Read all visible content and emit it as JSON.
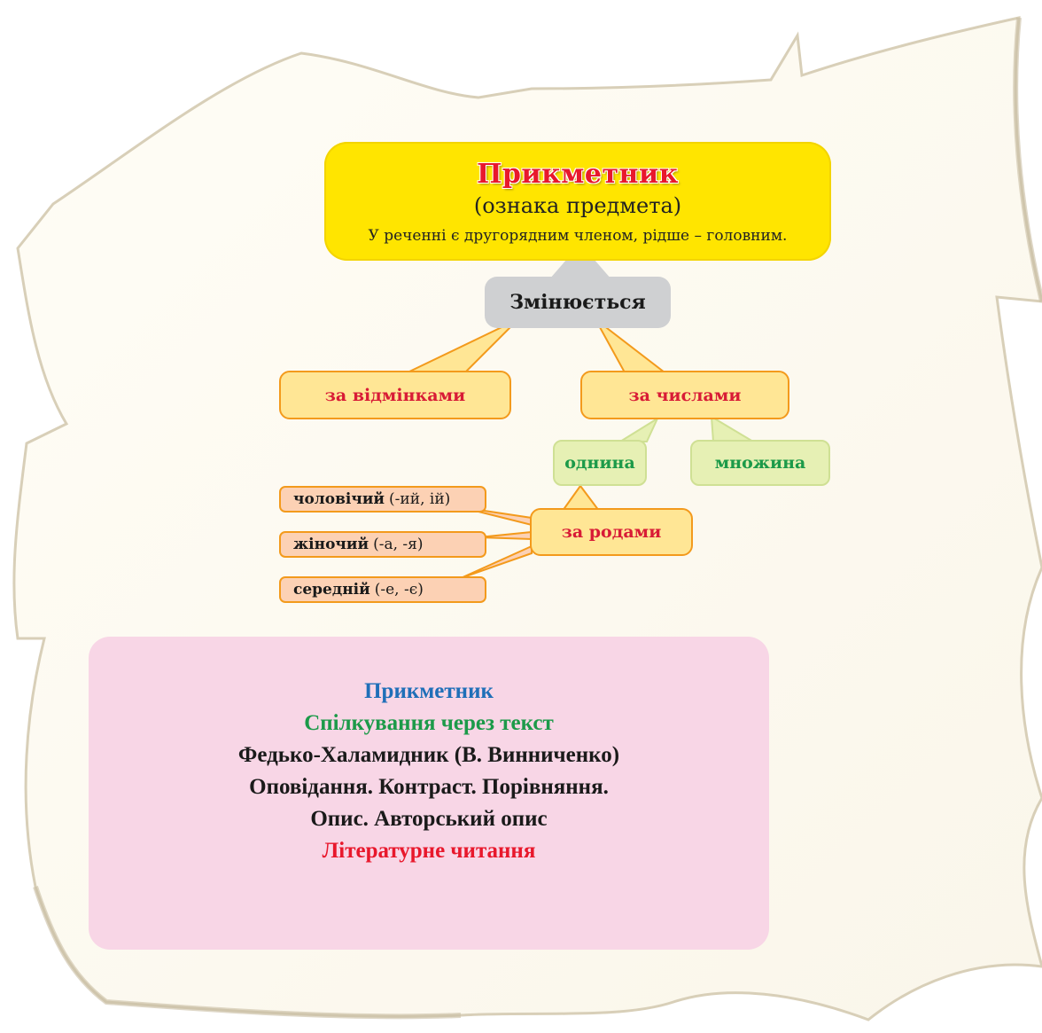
{
  "diagram": {
    "title": "Прикметник",
    "subtitle": "(ознака предмета)",
    "description": "У реченні є другорядним членом, рідше – головним.",
    "changes_label": "Змінюється",
    "cases_label": "за відмінками",
    "numbers_label": "за числами",
    "singular_label": "однина",
    "plural_label": "множина",
    "genders_label": "за родами",
    "masculine": {
      "word": "чоловічий",
      "endings": "(-ий, ій)"
    },
    "feminine": {
      "word": "жіночий",
      "endings": "(-а, -я)"
    },
    "neuter": {
      "word": "середній",
      "endings": "(-е, -є)"
    }
  },
  "topics": {
    "line1": "Прикметник",
    "line2": "Спілкування через текст",
    "line3": "Федько-Халамидник (В. Винниченко)",
    "line4": "Оповідання. Контраст. Порівняння.",
    "line5": "Опис. Авторський опис",
    "line6": "Літературне читання"
  },
  "colors": {
    "title_red": "#e8182c",
    "title_box_yellow": "#ffe500",
    "callout_orange_border": "#f39a1c",
    "callout_fill": "#ffe695",
    "green_text": "#1c9a49",
    "blue_text": "#1f6fb8",
    "pink_box": "#f8d6e6",
    "parchment": "#fdfbf4"
  }
}
